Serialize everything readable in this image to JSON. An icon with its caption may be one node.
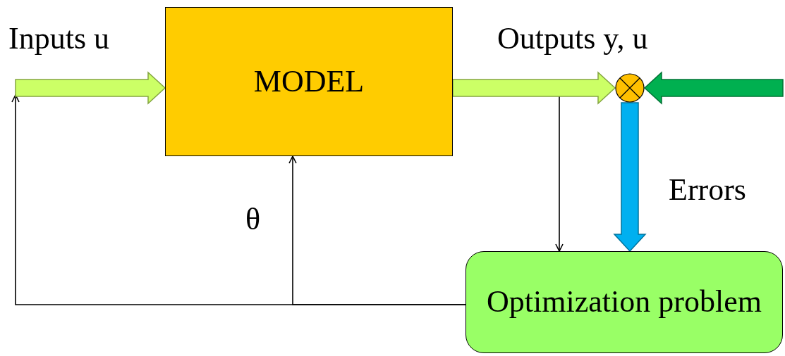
{
  "diagram": {
    "nodes": [
      {
        "text": [
          "MODEL"
        ]
      },
      {
        "text": [],
        "shape": "circle"
      },
      {
        "text": [
          "Optimization problem"
        ]
      }
    ],
    "edges": [
      {
        "from": null,
        "to": 0,
        "arrow": "to",
        "label": "Inputs u",
        "style": "thick",
        "color": "#ccff66"
      },
      {
        "from": 0,
        "to": 1,
        "arrow": "to",
        "label": "Outputs y, u",
        "style": "thick",
        "color": "#ccff66"
      },
      {
        "from": null,
        "to": 1,
        "arrow": "to",
        "style": "thick",
        "color": "#00b050"
      },
      {
        "from": 1,
        "to": 2,
        "arrow": "to",
        "label": "Errors",
        "style": "thick",
        "color": "#00b0f0"
      },
      {
        "from": 0,
        "to": 2,
        "arrow": "to"
      },
      {
        "from": 2,
        "to": 0,
        "arrow": "to",
        "label": "θ"
      },
      {
        "from": 2,
        "to": null,
        "arrow": "to"
      }
    ]
  }
}
